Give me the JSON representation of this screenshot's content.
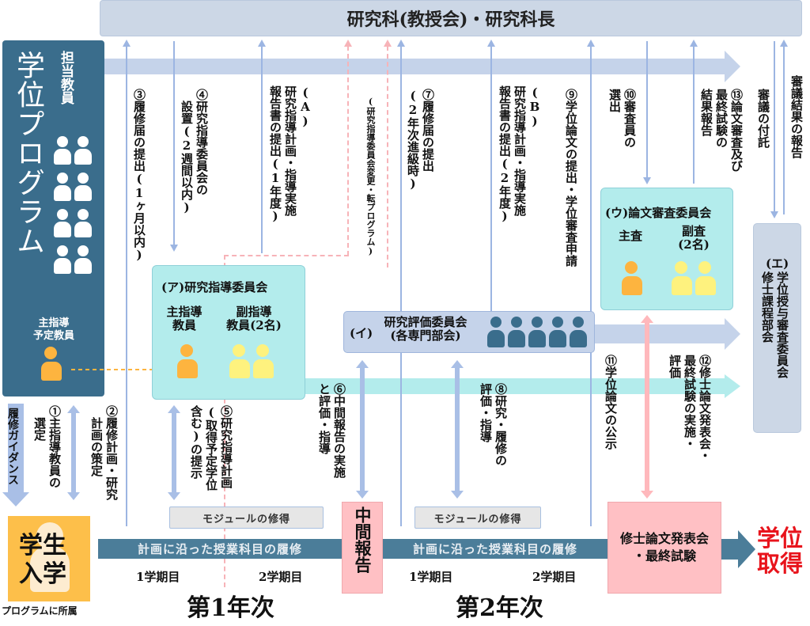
{
  "header": {
    "title": "研究科(教授会)・研究科長"
  },
  "program": {
    "title": "学位プログラム",
    "staff_label": "担当教員",
    "main_advisor_label": "主指導\n予定教員"
  },
  "committees": {
    "a": {
      "title": "(ア)研究指導委員会",
      "main_label": "主指導\n教員",
      "sub_label": "副指導\n教員(2名)"
    },
    "i": {
      "marker": "(イ)",
      "title": "研究評価委員会\n(各専門部会)"
    },
    "u": {
      "title": "(ウ)論文審査委員会",
      "main_label": "主査",
      "sub_label": "副査\n(2名)"
    },
    "e": {
      "marker": "(エ)",
      "title": "学位授与審査委員会\n修士課程部会"
    }
  },
  "steps": {
    "s1": "①主指導教員の\n　選定",
    "s2": "②履修計画・研究\n　計画の策定",
    "s3": "③履修届の提出(1ヶ月以内)",
    "s4": "④研究指導委員会の\n　設置(2週間以内)",
    "sA": "(A)\n研究指導計画・指導実施\n報告書の提出(1年度)",
    "change": "(研究指導委員会変更・転プログラム)",
    "s5": "⑤研究指導計画\n(取得予定学位\n含む)の提示",
    "s6": "⑥中間報告の実施\nと評価・指導",
    "s7": "⑦履修届の提出\n(2年次進級時)",
    "sB": "(B)\n研究指導計画・指導実施\n報告書の提出(2年度)",
    "s8": "⑧研究・履修の\n評価・指導",
    "s9": "⑨学位論文の提出・学位審査申請",
    "s10": "⑩審査員の\n選出",
    "s11": "⑪学位論文の公示",
    "s12": "⑫修士論文発表会・\n最終試験の実施・\n評価",
    "s13": "⑬論文審査及び\n最終試験の\n結果報告",
    "entrust": "審議の付託",
    "report": "審議結果の報告"
  },
  "guidance": "履修ガイダンス",
  "student": {
    "label": "学生入学",
    "affiliation": "プログラムに所属"
  },
  "timeline": {
    "module_label": "モジュールの修得",
    "course_label": "計画に沿った授業科目の履修",
    "sem1": "1学期目",
    "sem2": "2学期目",
    "year1": "第1年次",
    "year2": "第2年次",
    "midterm": "中間報告",
    "final": "修士論文発表会\n・最終試験",
    "degree": "学位取得"
  },
  "colors": {
    "program_bg": "#3a6d8c",
    "committee_teal": "#b3ecec",
    "committee_blue": "#c5d3ea",
    "header_bg": "#ccd7e6",
    "main_person": "#fdb43f",
    "sub_person": "#fef27e",
    "pink": "#ffc0c4",
    "degree_red": "#e8141c",
    "course_bar": "#4b7d99"
  }
}
